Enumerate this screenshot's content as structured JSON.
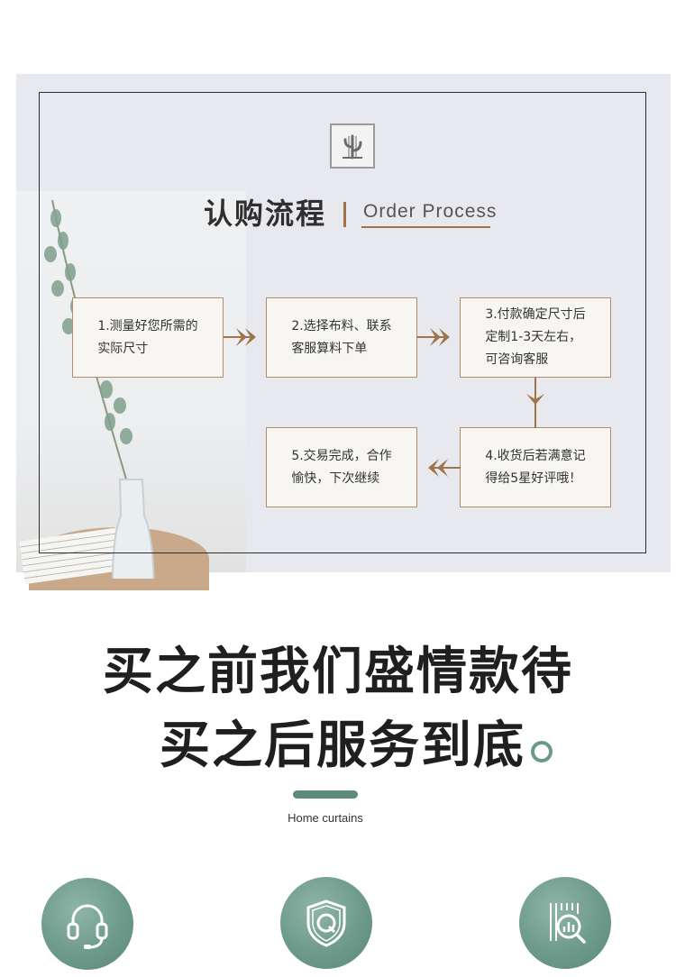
{
  "process": {
    "title_cn": "认购流程",
    "title_en": "Order Process",
    "accent_color": "#a0744a",
    "logo_icon": "cactus-icon",
    "steps": [
      {
        "text": "1.测量好您所需的\n  实际尺寸"
      },
      {
        "text": "2.选择布料、联系\n  客服算料下单"
      },
      {
        "text": "3.付款确定尺寸后\n  定制1-3天左右，\n  可咨询客服"
      },
      {
        "text": "4.收货后若满意记\n  得给5星好评哦！"
      },
      {
        "text": "5.交易完成，合作\n  愉快，下次继续"
      }
    ]
  },
  "slogan": {
    "line1": "买之前我们盛情款待",
    "line2": "买之后服务到底"
  },
  "brand": {
    "tagline": "Home curtains",
    "accent_color": "#5c8b7e"
  },
  "services": [
    {
      "icon": "headset-icon"
    },
    {
      "icon": "shield-q-icon"
    },
    {
      "icon": "magnifier-chart-icon"
    }
  ]
}
